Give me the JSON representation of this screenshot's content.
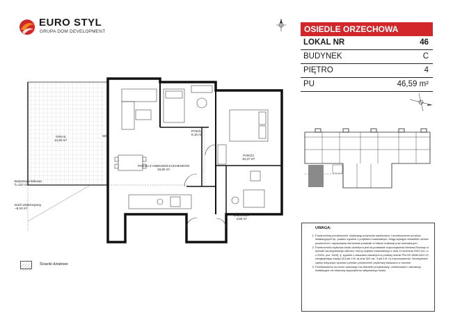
{
  "brand": {
    "name": "EURO STYL",
    "tagline": "GRUPA DOM DEVELOPMENT",
    "colors": {
      "red": "#d1262a",
      "orange": "#f08a1c"
    }
  },
  "info": {
    "estate": "OSIEDLE ORZECHOWA",
    "rows": [
      {
        "label": "LOKAL NR",
        "value": "46"
      },
      {
        "label": "BUDYNEK",
        "value": "C"
      },
      {
        "label": "PIĘTRO",
        "value": "4"
      },
      {
        "label": "PU",
        "value": "46,59 m²"
      }
    ]
  },
  "plan": {
    "rooms": {
      "terrace": {
        "name": "TARAS",
        "area": "14,60 m²"
      },
      "living": {
        "name": "POKÓJ Z ANEKSEM KUCHENNYM",
        "area": "18,80 m²"
      },
      "room_small": {
        "name": "POKÓJ",
        "area": "8,10 m²"
      },
      "room_large": {
        "name": "POKÓJ",
        "area": "10,37 m²"
      },
      "bathroom": {
        "name": "ŁAZIENKA",
        "area": "3,98 m²"
      }
    },
    "balustrade": {
      "line1": "Balustrada tłokowa",
      "line2": "h=110 cm"
    },
    "roof": {
      "line1": "Dach ekstensywny",
      "line2": "~8,24 m²"
    },
    "door_tag": "WD"
  },
  "legend": {
    "label": "Ścianki działowe"
  },
  "notes": {
    "title": "UWAGA:",
    "items": [
      "Powierzchnię pomieszczeń, lokalizację przyborów sanitarnych, rozmieszczenie punktów instalacyjnych itp. podano zgodnie z projektem budowlanym. Mogą wystąpić niewielkie różnice powierzchni i usytuowania elementów powstałe w trakcie realizacji prac budowlanych.",
      "Powierzchnia użytkowa lokalu określona jest na podstawie rozporządzenia Ministra Rozwoju w sprawie szczegółowego zakresu i formy projektu budowlanego z dnia 11 września 2020 (Dz. U. z 2020r. poz. 1609), tj. zgodnie z zasadami zawartymi w polskiej normie PN-ISO 9836:2022-07, uwzględniając zapisy §14 pkt 4 lit. a) oraz §20 ust. 3 pkt 4 lit. b) rozporządzenia. Szczegółowe zapisy dotyczące sposobu pomiaru powierzchni użytkowej wskazano w umowie.",
      "Przedstawiona na rzucie aranżacja ma charakter przykładowy, umeblowanie i zabudowy instalacyjne nie stanowią wyposażenia nabywanego lokalu."
    ]
  }
}
